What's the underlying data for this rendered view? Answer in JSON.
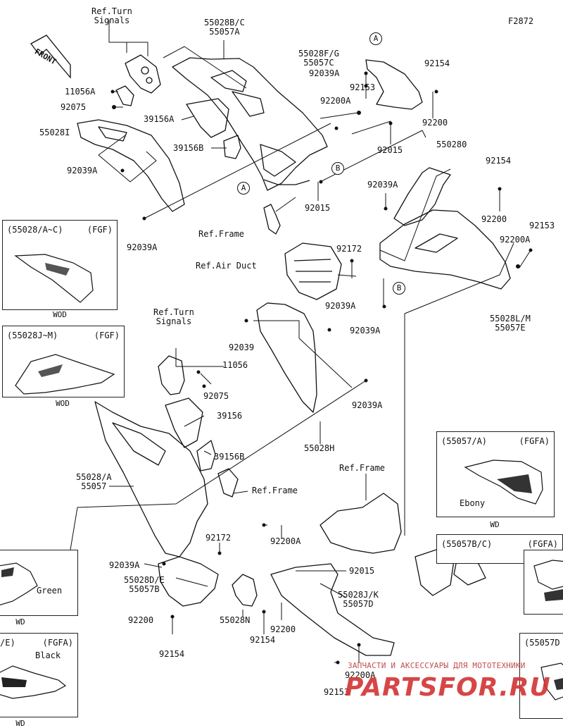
{
  "figure_code": "F2872",
  "front_label": "FRONT",
  "circle_tags": {
    "a": "A",
    "b": "B"
  },
  "labels": {
    "ref_turn_signals_top": "Ref.Turn\nSignals",
    "p55028bc": "55028B/C\n55057A",
    "p55028fg": "55028F/G\n55057C",
    "p92039a_1": "92039A",
    "p92153_1": "92153",
    "p92154_1": "92154",
    "p11056a": "11056A",
    "p92075_1": "92075",
    "p92200a_1": "92200A",
    "p92200_1": "92200",
    "p39156a": "39156A",
    "p55028i": "55028I",
    "p39156b_1": "39156B",
    "p92015_1": "92015",
    "p92039a_2": "92039A",
    "p550280": "550280",
    "p92154_2": "92154",
    "p92039a_3": "92039A",
    "p92015_2": "92015",
    "p92200_2": "92200",
    "ref_frame_1": "Ref.Frame",
    "p92039a_4": "92039A",
    "p92153_2": "92153",
    "p92172_1": "92172",
    "p92200a_2": "92200A",
    "ref_air_duct": "Ref.Air Duct",
    "p92039a_5": "92039A",
    "p55028lm": "55028L/M\n55057E",
    "ref_turn_signals_mid": "Ref.Turn\nSignals",
    "p92039_6": "92039",
    "p92039a_7": "92039A",
    "p11056": "11056",
    "p92075_2": "92075",
    "p39156": "39156",
    "p92039a_8": "92039A",
    "p55028h": "55028H",
    "p39156b_2": "39156B",
    "p55028a": "55028/A\n55057",
    "ref_frame_2": "Ref.Frame",
    "ref_frame_3": "Ref.Frame",
    "p92172_2": "92172",
    "p92200a_3": "92200A",
    "p92039a_9": "92039A",
    "p92015_3": "92015",
    "p55028de": "55028D/E\n55057B",
    "p92200_3": "92200",
    "p92154_3": "92154",
    "p55028n": "55028N",
    "p92200_4": "92200",
    "p92154_4": "92154",
    "p55028jk": "55028J/K\n55057D",
    "p92200a_4": "92200A",
    "p92153_3": "92153"
  },
  "boxes": {
    "fgf1": {
      "title": "(55028/A~C)",
      "tag": "(FGF)",
      "caption": "WOD"
    },
    "fgf2": {
      "title": "(55028J~M)",
      "tag": "(FGF)",
      "caption": "WOD"
    },
    "fgfa1": {
      "title": "(55057/A)",
      "tag": "(FGFA)",
      "sub": "Ebony",
      "caption": "WD"
    },
    "fgfa2": {
      "title": "(55057B/C)",
      "tag": "(FGFA)"
    },
    "green": {
      "sub": "Green",
      "caption": "WD"
    },
    "black": {
      "title": "/E)",
      "tag": "(FGFA)",
      "sub": "Black",
      "caption": "WD"
    },
    "partial_d": {
      "title": "(55057D"
    }
  },
  "watermark": {
    "text": "ЗАПЧАСТИ И АКСЕССУАРЫ ДЛЯ МОТОТЕХНИКИ",
    "logo": "PARTSFOR.RU"
  }
}
